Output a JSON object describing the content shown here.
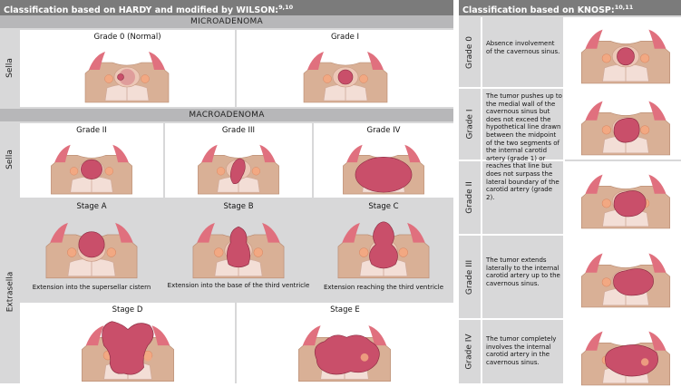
{
  "left_header": {
    "title": "Classification based on HARDY and modified by WILSON:",
    "ref": "9,10"
  },
  "right_header": {
    "title": "Classification based on KNOSP:",
    "ref": "10,11"
  },
  "micro_band": "MICROADENOMA",
  "macro_band": "MACROADENOMA",
  "sella_label": "Sella",
  "extrasella_label": "Extrasella",
  "micro": [
    {
      "label": "Grade 0 (Normal)",
      "tumor": "g0"
    },
    {
      "label": "Grade I",
      "tumor": "g1"
    }
  ],
  "macro": [
    {
      "label": "Grade II",
      "tumor": "g2"
    },
    {
      "label": "Grade III",
      "tumor": "g3"
    },
    {
      "label": "Grade IV",
      "tumor": "g4"
    }
  ],
  "stages_top": [
    {
      "label": "Stage A",
      "caption": "Extension into the supersellar cistern",
      "tumor": "sa"
    },
    {
      "label": "Stage B",
      "caption": "Extension into the base of the third ventricle",
      "tumor": "sb"
    },
    {
      "label": "Stage C",
      "caption": "Extension reaching the third ventricle",
      "tumor": "sc"
    }
  ],
  "stages_bottom": [
    {
      "label": "Stage D",
      "tumor": "sd"
    },
    {
      "label": "Stage E",
      "tumor": "se"
    }
  ],
  "knosp": [
    {
      "label": "Grade 0",
      "tumor": "k0",
      "description": "Absence involvement of the cavernous sinus."
    },
    {
      "label": "Grade I",
      "tumor": "k1",
      "description": "The tumor pushes up to the medial wall of the cavernous sinus but does not exceed the hypothetical line drawn between the midpoint of the two segments of the internal carotid artery (grade 1) or reaches that line but does not surpass the lateral boundary of the carotid artery (grade 2)."
    },
    {
      "label": "Grade II",
      "tumor": "k2",
      "description": ""
    },
    {
      "label": "Grade III",
      "tumor": "k3",
      "description": "The tumor extends laterally to the internal carotid artery up to the cavernous sinus."
    },
    {
      "label": "Grade IV",
      "tumor": "k4",
      "description": "The tumor completely involves the internal carotid artery in the cavernous sinus."
    }
  ],
  "colors": {
    "header_bg": "#7b7b7b",
    "band_bg": "#b7b7b9",
    "panel_bg": "#d8d8d9",
    "bone": "#d9b096",
    "sinus": "#f3ded6",
    "tumor": "#c94f6a",
    "artery": "#f2a882",
    "nerve": "#e0707e"
  }
}
